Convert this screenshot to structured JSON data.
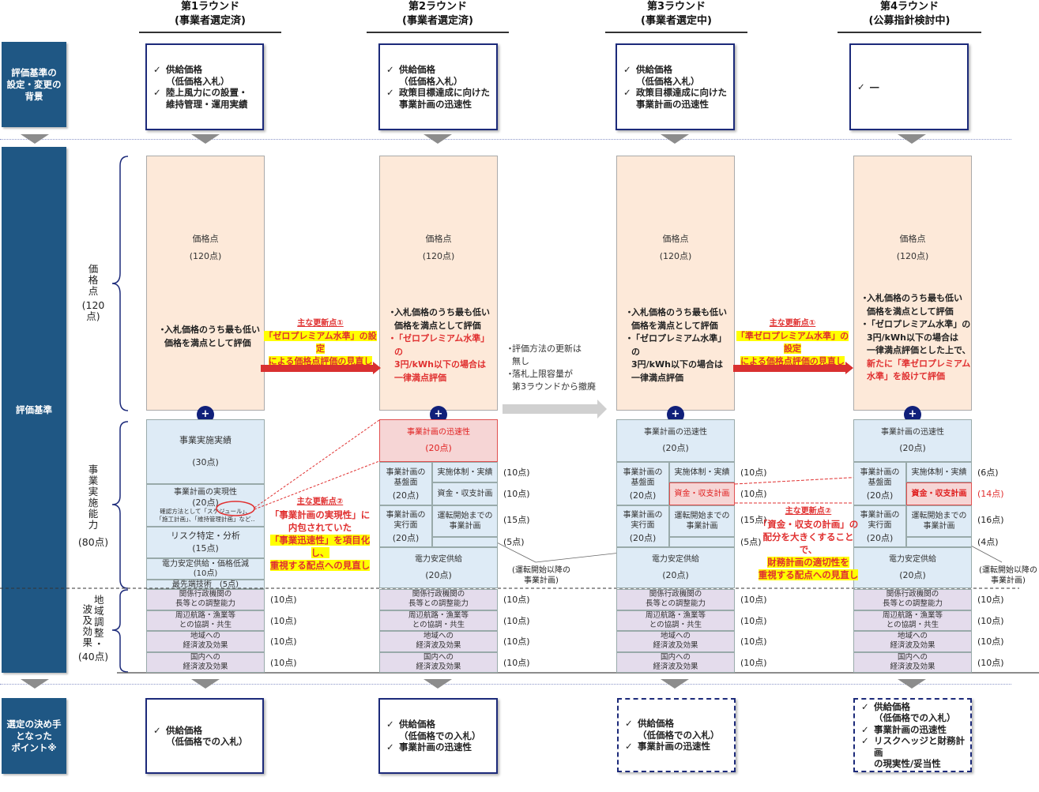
{
  "rounds": [
    {
      "title": "第1ラウンド",
      "status": "(事業者選定済)"
    },
    {
      "title": "第2ラウンド",
      "status": "(事業者選定済)"
    },
    {
      "title": "第3ラウンド",
      "status": "(事業者選定中)"
    },
    {
      "title": "第4ラウンド",
      "status": "(公募指針検討中)"
    }
  ],
  "row_labels": {
    "background": "評価基準の\n設定・変更の\n背景",
    "criteria": "評価基準",
    "decisive": "選定の決め手\nとなった\nポイント※"
  },
  "group_labels": {
    "price": "価\n格\n点",
    "price_pts": "(120点)",
    "impl": "事\n業\n実\n施\n能\n力",
    "impl_pts": "(80点)",
    "region_a": "地\n域\n調\n整\n・",
    "region_b": "波\n及\n効\n果",
    "region_pts": "(40点)"
  },
  "check_mark": "✓",
  "background_boxes": [
    {
      "items": [
        "供給価格\n（低価格入札）",
        "陸上風力にの設置・\n維持管理・運用実績"
      ]
    },
    {
      "items": [
        "供給価格\n（低価格入札）",
        "政策目標達成に向けた\n事業計画の迅速性"
      ]
    },
    {
      "items": [
        "供給価格\n（低価格入札）",
        "政策目標達成に向けた\n事業計画の迅速性"
      ]
    },
    {
      "items": [
        "―"
      ]
    }
  ],
  "price_boxes": [
    {
      "title": "価格点",
      "pts": "(120点)",
      "bullets": [
        {
          "text": "入札価格のうち最も低い\n価格を満点として評価",
          "red": false
        }
      ]
    },
    {
      "title": "価格点",
      "pts": "(120点)",
      "bullets": [
        {
          "text": "入札価格のうち最も低い\n価格を満点として評価",
          "red": false
        },
        {
          "text": "「ゼロプレミアム水準」の\n3円/kWh以下の場合は\n一律満点評価",
          "red": true
        }
      ]
    },
    {
      "title": "価格点",
      "pts": "(120点)",
      "bullets": [
        {
          "text": "入札価格のうち最も低い\n価格を満点として評価",
          "red": false
        },
        {
          "text": "「ゼロプレミアム水準」の\n3円/kWh以下の場合は\n一律満点評価",
          "red": false
        }
      ]
    },
    {
      "title": "価格点",
      "pts": "(120点)",
      "bullets": [
        {
          "text": "入札価格のうち最も低い\n価格を満点として評価",
          "red": false
        },
        {
          "text": "「ゼロプレミアム水準」の\n3円/kWh以下の場合は\n一律満点評価とした上で、",
          "red": false
        }
      ],
      "red_tail": "新たに「準ゼロプレミアム\n水準」を設けて評価"
    }
  ],
  "bullet_dot": "・",
  "plus": "+",
  "updates": {
    "u1a": {
      "head": "主な更新点①",
      "l1": "「ゼロプレミアム水準」の設定",
      "l2": "による価格点評価の見直し"
    },
    "u1b": {
      "head": "主な更新点①",
      "l1": "「準ゼロプレミアム水準」の設定",
      "l2": "による価格点評価の見直し"
    },
    "u2a": {
      "head": "主な更新点②",
      "l1": "「事業計画の実現性」に",
      "l2": "内包されていた",
      "l3": "「事業迅速性」を項目化し、",
      "l4": "重視する配点への見直し"
    },
    "u2b": {
      "head": "主な更新点②",
      "l1": "「資金・収支の計画」の",
      "l2": "配分を大きくすることで、",
      "l3": "財務計画の適切性を",
      "l4": "重視する配点への見直し"
    }
  },
  "no_update_note": [
    "評価方法の更新は\n無し",
    "落札上限容量が\n第3ラウンドから撤廃"
  ],
  "round1_impl": {
    "c1": {
      "name": "事業実施実績",
      "pts": "(30点)"
    },
    "c2": {
      "name": "事業計画の実現性",
      "pts": "(20点)",
      "note1": "確認方法として「スケジュール」、",
      "note2": "「施工計画」、「維持管理計画」など‥"
    },
    "c3": {
      "name": "リスク特定・分析",
      "pts": "(15点)"
    },
    "c4": {
      "name": "電力安定供給・価格低減",
      "pts": "(10点)"
    },
    "c5": {
      "name": "最先端技術　(5点)"
    }
  },
  "impl_rounds": [
    {
      "speed": "事業計画の迅速性",
      "speed_pts": "(20点)",
      "base": "事業計画の\n基盤面",
      "base_pts": "(20点)",
      "sub1": "実施体制・実績",
      "sub1_pts": "(10点)",
      "sub2": "資金・収支計画",
      "sub2_pts": "(10点)",
      "exec": "事業計画の\n実行面",
      "exec_pts": "(20点)",
      "sub3": "運転開始までの\n事業計画",
      "sub3_pts": "(15点)",
      "sub4_pts": "(5点)",
      "stable": "電力安定供給",
      "stable_pts": "(20点)"
    },
    {
      "speed": "事業計画の迅速性",
      "speed_pts": "(20点)",
      "base": "事業計画の\n基盤面",
      "base_pts": "(20点)",
      "sub1": "実施体制・実績",
      "sub1_pts": "(10点)",
      "sub2": "資金・収支計画",
      "sub2_pts": "(10点)",
      "exec": "事業計画の\n実行面",
      "exec_pts": "(20点)",
      "sub3": "運転開始までの\n事業計画",
      "sub3_pts": "(15点)",
      "sub4_pts": "(5点)",
      "stable": "電力安定供給",
      "stable_pts": "(20点)"
    },
    {
      "speed": "事業計画の迅速性",
      "speed_pts": "(20点)",
      "base": "事業計画の\n基盤面",
      "base_pts": "(20点)",
      "sub1": "実施体制・実績",
      "sub1_pts": "(6点)",
      "sub2": "資金・収支計画",
      "sub2_pts": "(14点)",
      "exec": "事業計画の\n実行面",
      "exec_pts": "(20点)",
      "sub3": "運転開始までの\n事業計画",
      "sub3_pts": "(16点)",
      "sub4_pts": "(4点)",
      "stable": "電力安定供給",
      "stable_pts": "(20点)"
    }
  ],
  "after_start_note": "(運転開始以降の\n事業計画)",
  "region_items": [
    {
      "name": "関係行政機関の\n長等との調整能力",
      "pts": "(10点)"
    },
    {
      "name": "周辺航路・漁業等\nとの協調・共生",
      "pts": "(10点)"
    },
    {
      "name": "地域への\n経済波及効果",
      "pts": "(10点)"
    },
    {
      "name": "国内への\n経済波及効果",
      "pts": "(10点)"
    }
  ],
  "decisive_boxes": [
    {
      "items": [
        "供給価格\n（低価格での入札）"
      ]
    },
    {
      "items": [
        "供給価格\n（低価格での入札）",
        "事業計画の迅速性"
      ]
    },
    {
      "items": [
        "供給価格\n（低価格での入札）",
        "事業計画の迅速性"
      ]
    },
    {
      "items": [
        "供給価格\n（低価格での入札）",
        "事業計画の迅速性",
        "リスクヘッジと財務計画\nの現実性/妥当性"
      ]
    }
  ],
  "colors": {
    "navy": "#1f5784",
    "accent_red": "#e03030",
    "highlight": "#ffff00",
    "price_bg": "#fde9d9",
    "impl_bg": "#deebf6",
    "region_bg": "#e4dcec"
  }
}
